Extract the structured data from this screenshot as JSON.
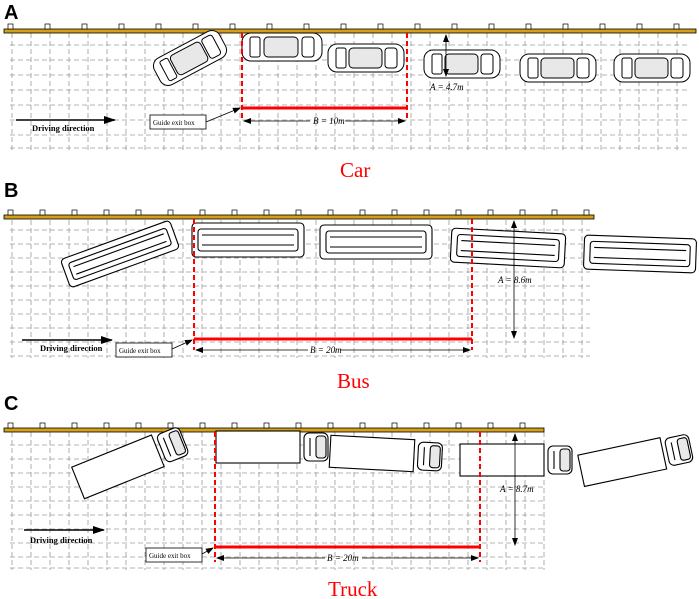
{
  "panels": [
    {
      "letter": "A",
      "caption": "Car",
      "guide_box": "Guide exit box",
      "driving_direction": "Driving direction",
      "dim_A": "A = 4.7m",
      "dim_B": "B = 10m",
      "vehicle": "car",
      "vehicle_count": 6
    },
    {
      "letter": "B",
      "caption": "Bus",
      "guide_box": "Guide exit box",
      "driving_direction": "Driving direction",
      "dim_A": "A = 8.6m",
      "dim_B": "B = 20m",
      "vehicle": "bus",
      "vehicle_count": 5
    },
    {
      "letter": "C",
      "caption": "Truck",
      "guide_box": "Guide exit box",
      "driving_direction": "Driving direction",
      "dim_A": "A = 8.7m",
      "dim_B": "B = 20m",
      "vehicle": "truck",
      "vehicle_count": 5
    }
  ],
  "colors": {
    "barrier": "#d4a017",
    "dimension": "#ff0000",
    "grid": "#9a9a9a",
    "caption": "#ff0000"
  }
}
